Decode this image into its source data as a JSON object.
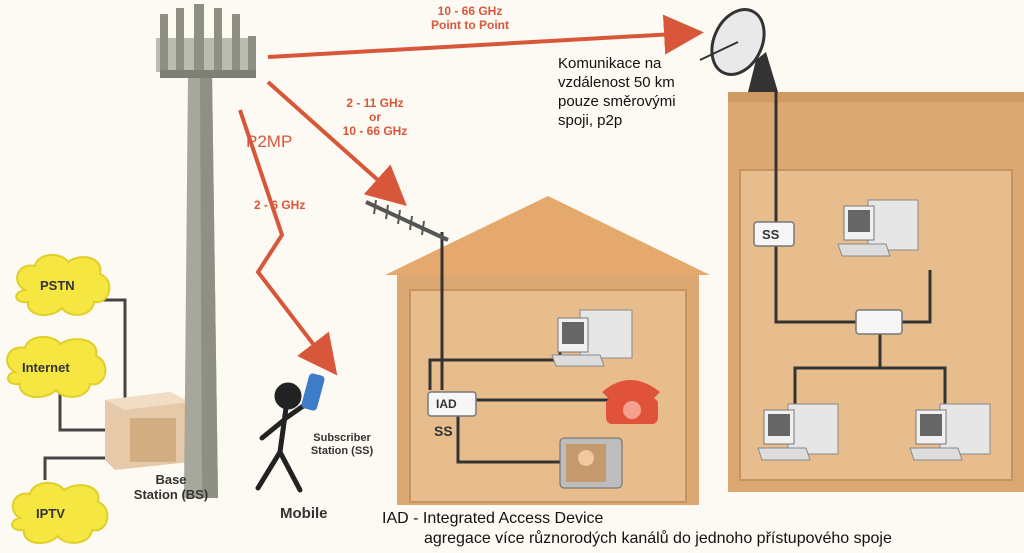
{
  "links": {
    "p2p_freq": "10 - 66 GHz",
    "p2p_label": "Point to Point",
    "p2mp_freq1": "2 - 11 GHz",
    "p2mp_or": "or",
    "p2mp_freq2": "10 - 66 GHz",
    "p2mp_label": "P2MP",
    "mobile_freq": "2 - 6 GHz"
  },
  "note": {
    "line1": "Komunikace na",
    "line2": "vzdálenost 50 km",
    "line3": "pouze směrovými",
    "line4": "spoji, p2p"
  },
  "clouds": {
    "pstn": "PSTN",
    "internet": "Internet",
    "iptv": "IPTV"
  },
  "base_station": {
    "line1": "Base",
    "line2": "Station (BS)"
  },
  "subscriber": {
    "line1": "Subscriber",
    "line2": "Station (SS)",
    "mobile": "Mobile"
  },
  "house": {
    "iad": "IAD",
    "ss": "SS"
  },
  "building": {
    "ss": "SS"
  },
  "footer": {
    "line1": "IAD - Integrated Access Device",
    "line2": "agregace více různorodých kanálů do jednoho přístupového spoje"
  },
  "colors": {
    "link_red": "#d8573a",
    "wall": "#dba772",
    "cloud": "#f5e642"
  }
}
